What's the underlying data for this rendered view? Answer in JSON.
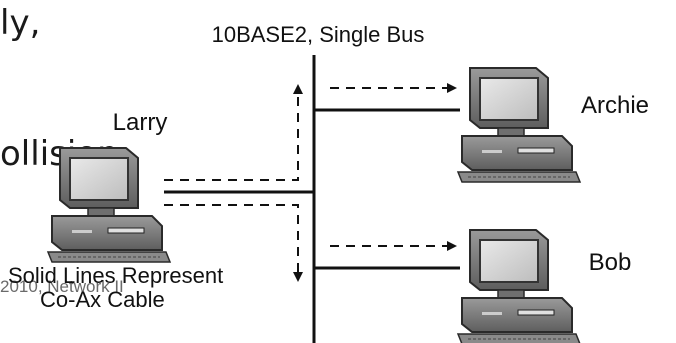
{
  "slide_fragments": {
    "line1": "ly,",
    "line2": "ollision."
  },
  "diagram": {
    "title": "10BASE2, Single Bus",
    "hosts": {
      "larry": "Larry",
      "archie": "Archie",
      "bob": "Bob"
    },
    "legend_line1": "Solid Lines Represent",
    "legend_line2": "Co-Ax Cable"
  },
  "footer": {
    "text": "2010, Network II"
  }
}
